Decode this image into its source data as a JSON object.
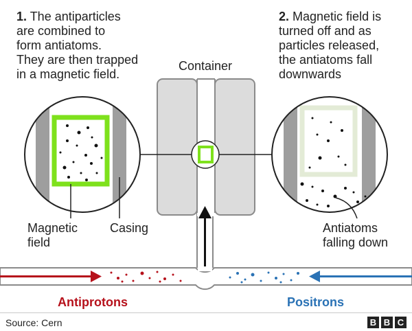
{
  "step1": {
    "number": "1.",
    "text": " The antiparticles\nare combined to\nform antiatoms.\nThey are then trapped\nin a magnetic field."
  },
  "step2": {
    "number": "2.",
    "text": " Magnetic field is\nturned off and as\nparticles released,\nthe antiatoms fall\ndownwards"
  },
  "labels": {
    "container": "Container",
    "magnetic_field": "Magnetic\nfield",
    "casing": "Casing",
    "antiatoms_falling": "Antiatoms\nfalling down",
    "antiprotons": "Antiprotons",
    "positrons": "Positrons"
  },
  "footer": {
    "source": "Source: Cern",
    "logo": [
      "B",
      "B",
      "C"
    ]
  },
  "colors": {
    "antiprotons": "#b6111b",
    "positrons": "#2a72b5",
    "magnetic_field_on": "#7ee11c",
    "magnetic_field_off": "#e3ebd6",
    "casing": "#9e9e9e",
    "container_fill": "#dcdcdc",
    "outline": "#8a8a8a"
  }
}
